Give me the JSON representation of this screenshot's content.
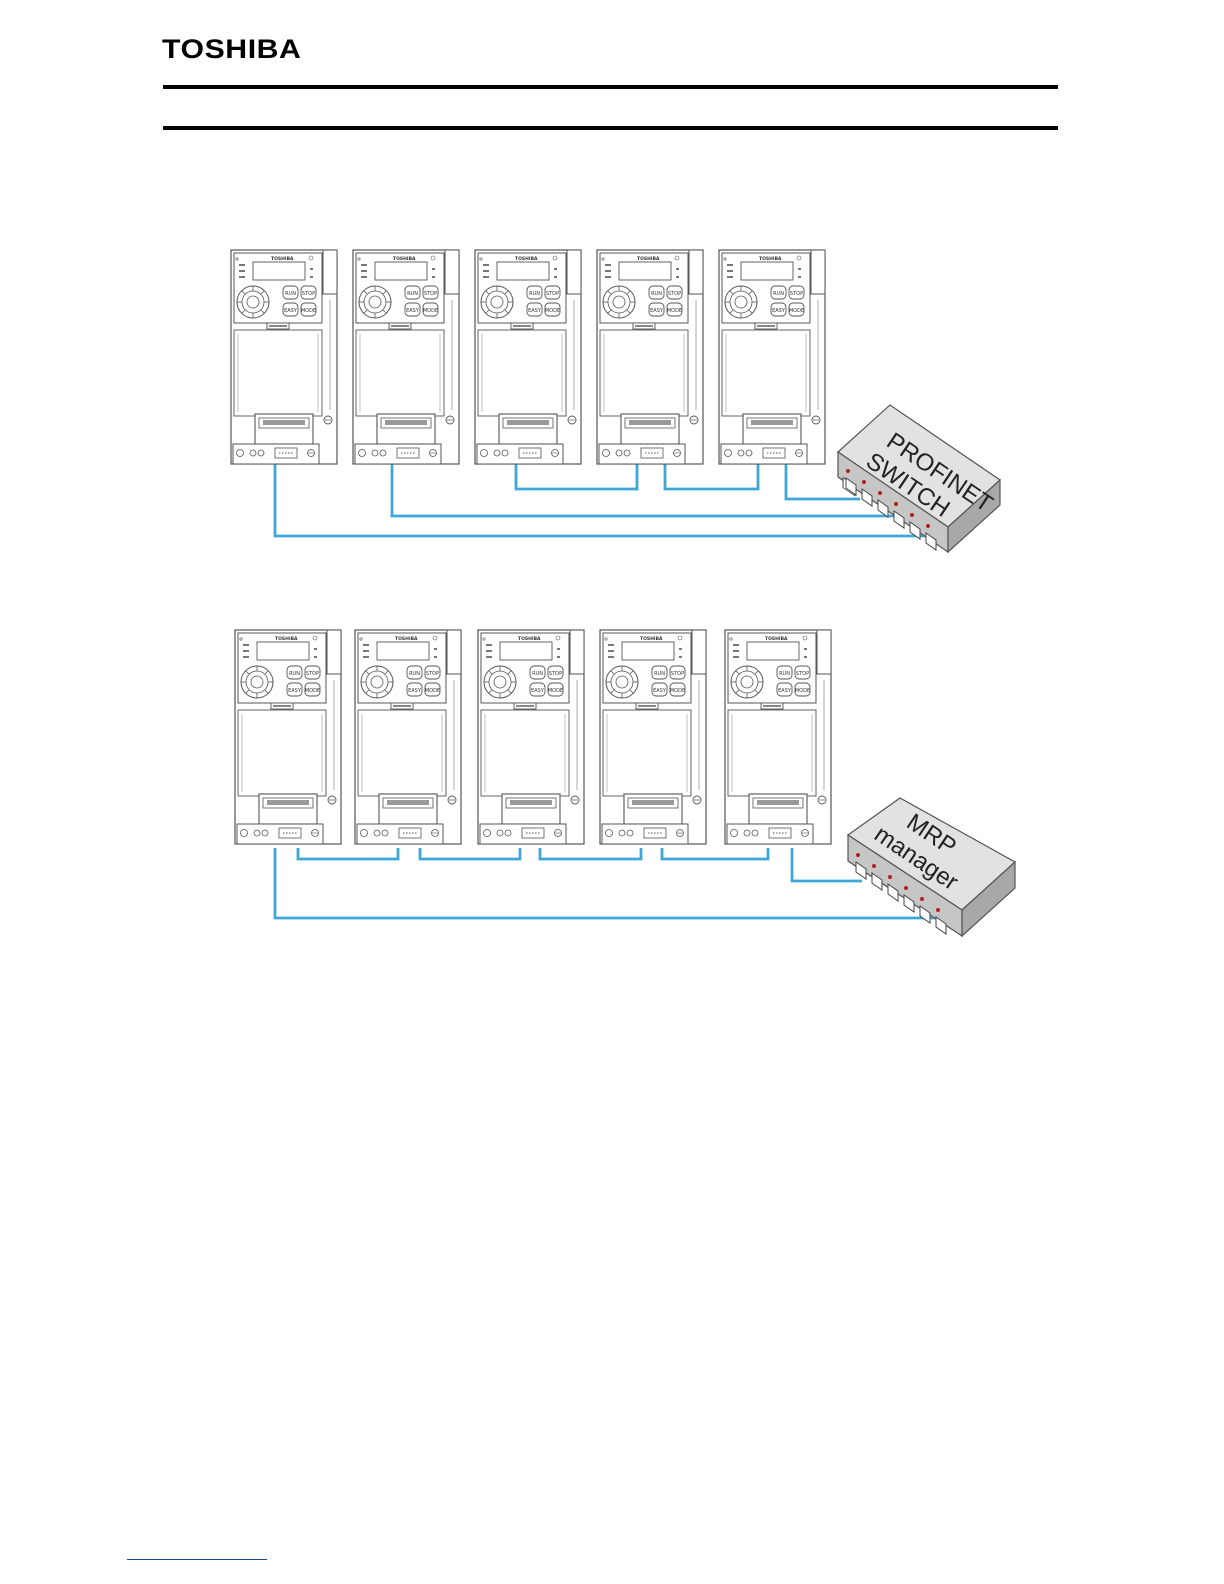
{
  "header": {
    "logo_text": "TOSHIBA"
  },
  "colors": {
    "cable": "#3ea7d9",
    "device_stroke": "#555555",
    "switch_fill": "#cfcfcf",
    "switch_top": "#e2e2e2",
    "port_led": "#b02020"
  },
  "device_panel": {
    "brand": "TOSHIBA",
    "buttons": [
      "RUN",
      "STOP",
      "EASY",
      "MODE"
    ]
  },
  "diagrams": [
    {
      "topology": "star",
      "switch": {
        "label_lines": [
          "PROFINET",
          "SWITCH"
        ]
      },
      "device_count": 5
    },
    {
      "topology": "ring",
      "switch": {
        "label_lines": [
          "MRP",
          "manager"
        ]
      },
      "device_count": 5
    }
  ]
}
